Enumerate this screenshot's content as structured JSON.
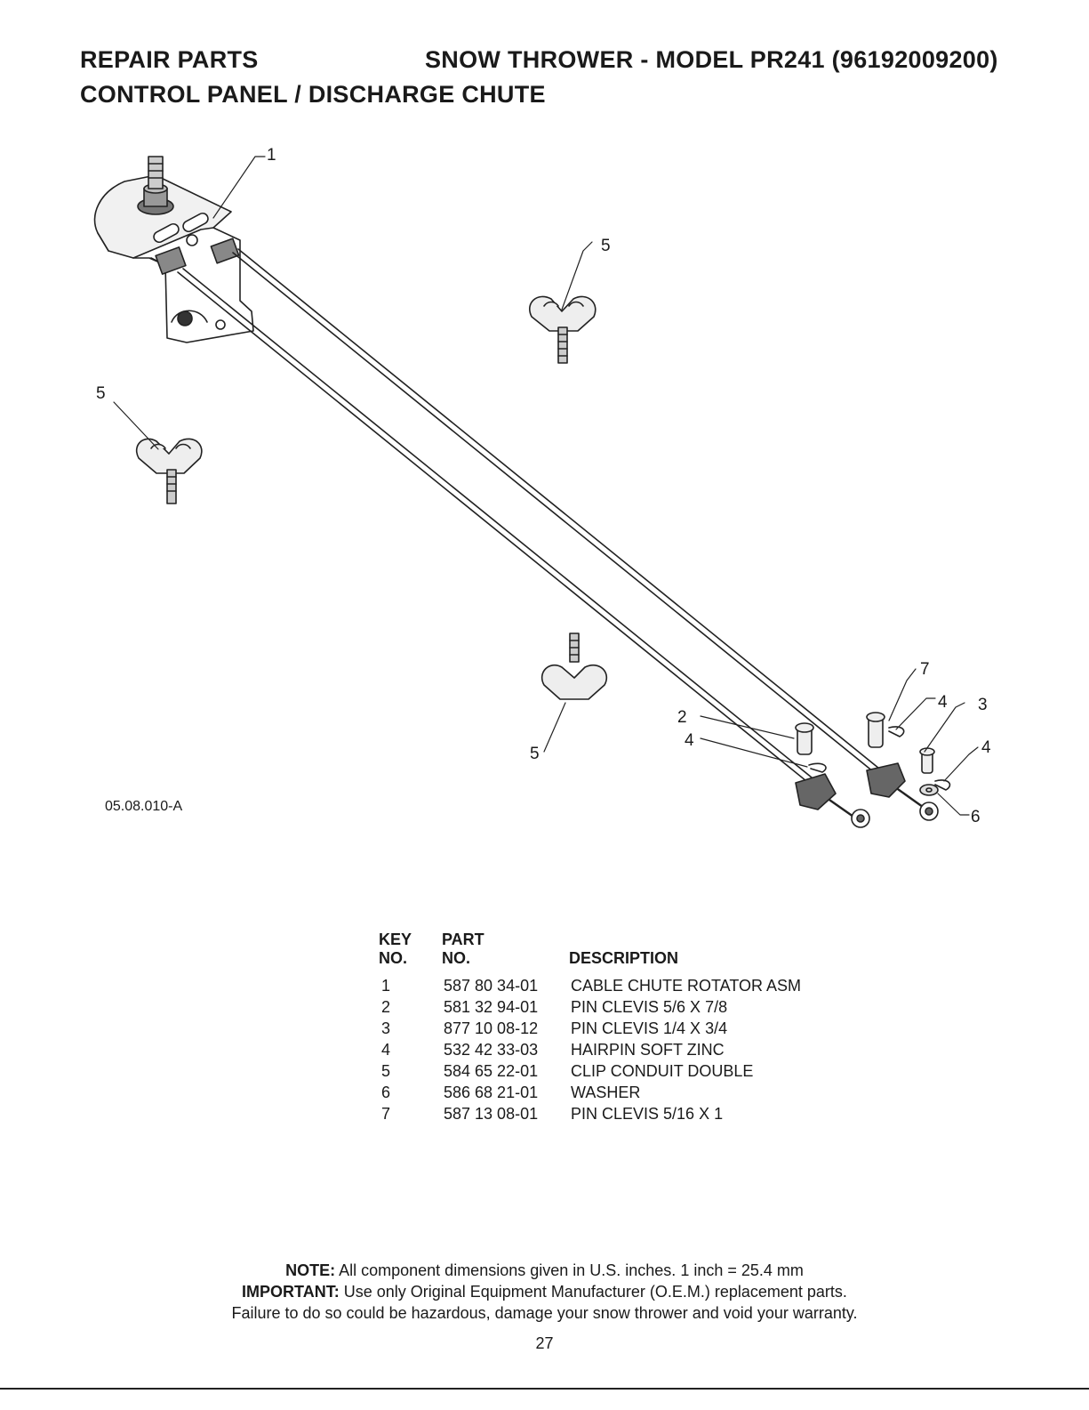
{
  "header": {
    "left": "REPAIR PARTS",
    "right": "SNOW THROWER - MODEL  PR241  (96192009200)",
    "subtitle": "CONTROL PANEL / DISCHARGE CHUTE"
  },
  "diagram": {
    "figure_id": "05.08.010-A",
    "callouts": [
      "1",
      "5",
      "5",
      "5",
      "7",
      "4",
      "3",
      "2",
      "4",
      "4",
      "6"
    ]
  },
  "parts_table": {
    "headers": {
      "key_top": "KEY",
      "key_bottom": "NO.",
      "part_top": "PART",
      "part_bottom": "NO.",
      "description": "DESCRIPTION"
    },
    "rows": [
      {
        "key": "1",
        "part": "587 80 34-01",
        "desc": "CABLE CHUTE ROTATOR ASM"
      },
      {
        "key": "2",
        "part": "581 32 94-01",
        "desc": "PIN CLEVIS 5/6 X 7/8"
      },
      {
        "key": "3",
        "part": "877 10 08-12",
        "desc": "PIN CLEVIS 1/4 X 3/4"
      },
      {
        "key": "4",
        "part": "532 42 33-03",
        "desc": "HAIRPIN SOFT ZINC"
      },
      {
        "key": "5",
        "part": "584 65 22-01",
        "desc": "CLIP CONDUIT DOUBLE"
      },
      {
        "key": "6",
        "part": "586 68 21-01",
        "desc": "WASHER"
      },
      {
        "key": "7",
        "part": "587 13 08-01",
        "desc": "PIN CLEVIS 5/16 X 1"
      }
    ]
  },
  "notes": {
    "note_label": "NOTE:",
    "note_text": " All component dimensions given in U.S. inches.    1 inch = 25.4 mm",
    "important_label": "IMPORTANT:",
    "important_text": " Use only Original Equipment Manufacturer (O.E.M.) replacement parts.",
    "warning": "Failure to do so could be hazardous, damage your snow thrower and void your warranty."
  },
  "page_number": "27"
}
